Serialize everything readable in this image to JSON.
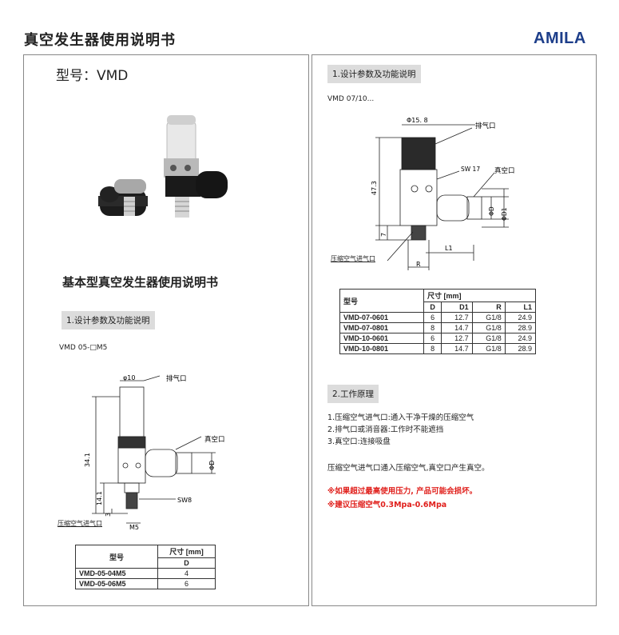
{
  "header": {
    "title": "真空发生器使用说明书",
    "brand": "AMILA"
  },
  "left": {
    "model_title": "型号：VMD",
    "subtitle": "基本型真空发生器使用说明书",
    "section_label": "1.设计参数及功能说明",
    "variant_label": "VMD 05-□M5",
    "diagram": {
      "diameter_label": "φ10",
      "exhaust_label": "排气口",
      "vacuum_label": "真空口",
      "height_total": "34.1",
      "height_lower": "14.1",
      "height_base": "3",
      "wrench_label": "SW8",
      "thread_label": "M5",
      "inlet_label": "压缩空气进气口",
      "bore_label": "ΦD"
    },
    "table": {
      "col_model": "型号",
      "col_size": "尺寸 [mm]",
      "col_d": "D",
      "rows": [
        {
          "model": "VMD-05-04M5",
          "d": "4"
        },
        {
          "model": "VMD-05-06M5",
          "d": "6"
        }
      ]
    }
  },
  "right": {
    "section_label": "1.设计参数及功能说明",
    "variant_label": "VMD 07/10...",
    "diagram": {
      "diameter_label": "Φ15. 8",
      "exhaust_label": "排气口",
      "wrench_label": "SW 17",
      "vacuum_label": "真空口",
      "height_total": "47.3",
      "height_base": "7",
      "bore_d_label": "ΦD",
      "bore_d1_label": "ΦD1",
      "l1_label": "L1",
      "r_label": "R",
      "inlet_label": "压缩空气进气口"
    },
    "table": {
      "col_model": "型号",
      "col_size": "尺寸 [mm]",
      "headers": [
        "D",
        "D1",
        "R",
        "L1"
      ],
      "rows": [
        {
          "model": "VMD-07-0601",
          "d": "6",
          "d1": "12.7",
          "r": "G1/8",
          "l1": "24.9"
        },
        {
          "model": "VMD-07-0801",
          "d": "8",
          "d1": "14.7",
          "r": "G1/8",
          "l1": "28.9"
        },
        {
          "model": "VMD-10-0601",
          "d": "6",
          "d1": "12.7",
          "r": "G1/8",
          "l1": "24.9"
        },
        {
          "model": "VMD-10-0801",
          "d": "8",
          "d1": "14.7",
          "r": "G1/8",
          "l1": "28.9"
        }
      ]
    },
    "section2_label": "2.工作原理",
    "principles": [
      "1.压缩空气进气口:通入干净干燥的压缩空气",
      "2.排气口或消音器:工作时不能遮挡",
      "3.真空口:连接吸盘"
    ],
    "summary": "压缩空气进气口通入压缩空气,真空口产生真空。",
    "warnings": [
      "※如果超过最高使用压力, 产品可能会损坏。",
      "※建议压缩空气0.3Mpa-0.6Mpa"
    ]
  },
  "colors": {
    "brand": "#1d3e8a",
    "warning": "#e0201c",
    "label_bg": "#dcdcdc"
  }
}
